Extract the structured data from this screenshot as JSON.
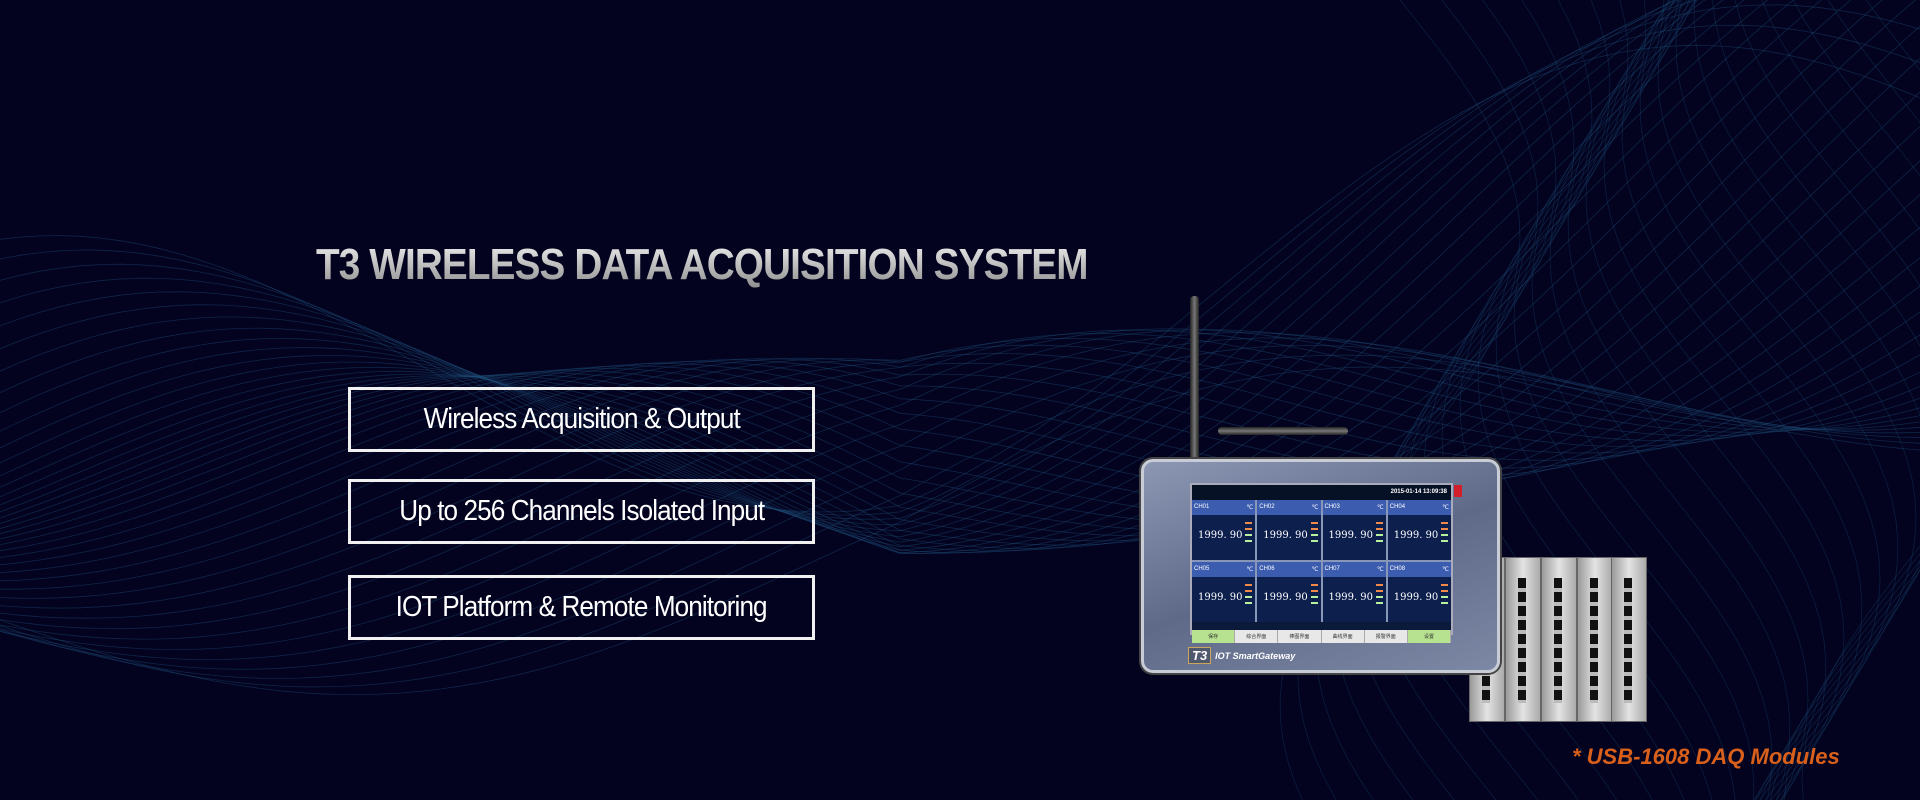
{
  "title": "T3 WIRELESS DATA ACQUISITION SYSTEM",
  "features": [
    "Wireless Acquisition & Output",
    "Up to 256 Channels Isolated Input",
    "IOT Platform & Remote Monitoring"
  ],
  "device": {
    "datetime": "2015-01-14 13:09:38",
    "unit": "℃",
    "channels": [
      {
        "name": "CH01",
        "value": "1999. 90"
      },
      {
        "name": "CH02",
        "value": "1999. 90"
      },
      {
        "name": "CH03",
        "value": "1999. 90"
      },
      {
        "name": "CH04",
        "value": "1999. 90"
      },
      {
        "name": "CH05",
        "value": "1999. 90"
      },
      {
        "name": "CH06",
        "value": "1999. 90"
      },
      {
        "name": "CH07",
        "value": "1999. 90"
      },
      {
        "name": "CH08",
        "value": "1999. 90"
      }
    ],
    "buttons": [
      "保存",
      "综合界面",
      "棒图界面",
      "曲线界面",
      "报警界面",
      "设置"
    ],
    "brand": "T3",
    "brand_sub": "IOT SmartGateway"
  },
  "caption": "* USB-1608 DAQ Modules",
  "colors": {
    "background": "#03031f",
    "accent": "#d9601a",
    "wave": "#1e4f7a"
  }
}
